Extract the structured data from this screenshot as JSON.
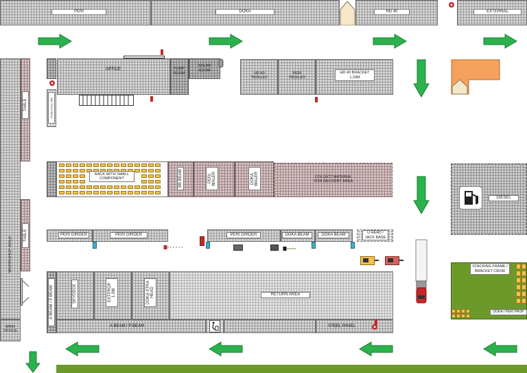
{
  "top_row": {
    "peri": "PERI",
    "doka": "DOKA",
    "hd40": "HD 40",
    "external": "EXTERNAL"
  },
  "buildings": {
    "office": "OFFICE",
    "pump_room": "PUMP\nROOM",
    "solar_room": "SOLAR\nROOM",
    "push_pull_rig": "PUSH PULL RIG"
  },
  "trolley_row": {
    "hd40_trolley": "HD 40\nTROLLEY",
    "peri_trolley": "PERI\nTROLLEY",
    "hd40_bracket": "HD 40 BRACKET\n1.20M"
  },
  "rack_row": {
    "rack_small": "RACK WITH SMALL\nCOMPONENT",
    "bb_beam": "BB BEAM",
    "peri_waler": "PERI\nWALER",
    "doka_waler": "DOKA\nWALER",
    "collect": "COLLECT MATERIAL\nFOR DELIVERY AREA"
  },
  "diesel": "DIESEL",
  "girder_row": {
    "peri_girder_1": "PERI GIRDER",
    "peri_girder_2": "PERI GIRDER",
    "peri_girder_3": "PERI GIRDER",
    "doka_beam_1": "DOKA BEAM",
    "doka_beam_2": "DOKA BEAM",
    "uhead": "U HEAD /\nJACK BASE"
  },
  "return_block": {
    "a_beam_v": "A BEAM / P BEAM",
    "skydeck": "SKYDECK",
    "extprop": "EXTPROP\n1.0M",
    "doka_xtra": "DOKA XTRA\nHEAD",
    "return_area": "RETURN AREA",
    "a_beam_h": "A BEAM / P BEAM",
    "steel_panel": "STEEL PANEL"
  },
  "workshop": {
    "table_1": "TABLE",
    "table_2": "TABLE",
    "workshop_area": "WORKSHOP AREA",
    "main_office": "MAIN\nOFFICE"
  },
  "stacking": {
    "frame": "STACKING FRAME /\nBRACKET CB240",
    "doka_peri_prop": "DOKA / PERI PROP"
  },
  "colors": {
    "arrow_green": "#2bb24c",
    "arrow_dark": "#1c7a33",
    "grass": "#6b9a2b",
    "fence": "#c9a9ad",
    "orange_building": "#f4a15d",
    "rack_yellow": "#f2c14e"
  }
}
